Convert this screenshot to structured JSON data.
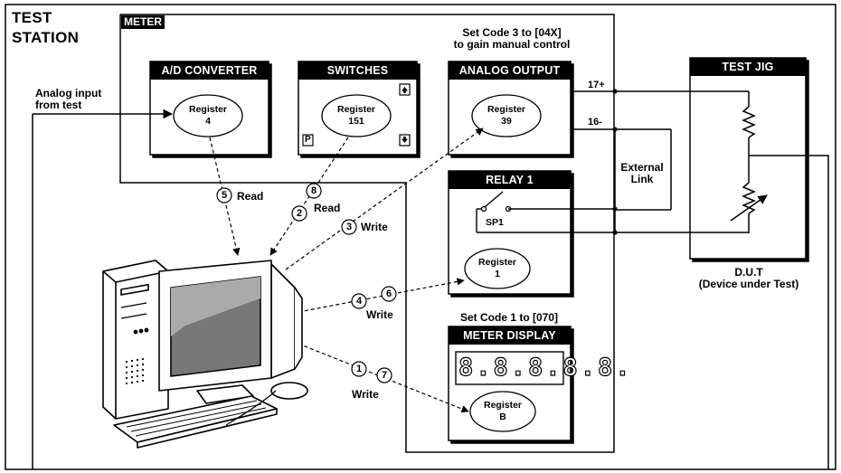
{
  "station": {
    "line1": "TEST",
    "line2": "STATION"
  },
  "meter": {
    "label": "METER"
  },
  "panels": {
    "ad_converter": {
      "title": "A/D CONVERTER",
      "register_word": "Register",
      "register_value": "4"
    },
    "switches": {
      "title": "SWITCHES",
      "register_word": "Register",
      "register_value": "151",
      "key_p": "P",
      "key_up": "up-arrow-icon",
      "key_down": "down-arrow-icon"
    },
    "analog_output": {
      "note_line1": "Set Code 3 to [04X]",
      "note_line2": "to gain manual control",
      "title": "ANALOG OUTPUT",
      "register_word": "Register",
      "register_value": "39",
      "terminal_plus": "17+",
      "terminal_minus": "16-"
    },
    "relay1": {
      "title": "RELAY 1",
      "contact": "SP1",
      "register_word": "Register",
      "register_value": "1"
    },
    "meter_display": {
      "note": "Set Code 1 to [070]",
      "title": "METER DISPLAY",
      "digits": "8.8.8.8.8.",
      "register_word": "Register",
      "register_value": "B"
    }
  },
  "labels": {
    "analog_input_line1": "Analog input",
    "analog_input_line2": "from test",
    "external_link_line1": "External",
    "external_link_line2": "Link",
    "dut_line1": "D.U.T",
    "dut_line2": "(Device under Test)",
    "test_jig": "TEST JIG"
  },
  "steps": {
    "s5": "5",
    "s5_text": "Read",
    "s8": "8",
    "s2": "2",
    "s82_text": "Read",
    "s3": "3",
    "s3_text": "Write",
    "s4": "4",
    "s6": "6",
    "s46_text": "Write",
    "s1": "1",
    "s7": "7",
    "s17_text": "Write"
  },
  "colors": {
    "ink": "#000000",
    "panel_bg": "#ffffff",
    "header_bg": "#000000",
    "header_text": "#ffffff"
  }
}
